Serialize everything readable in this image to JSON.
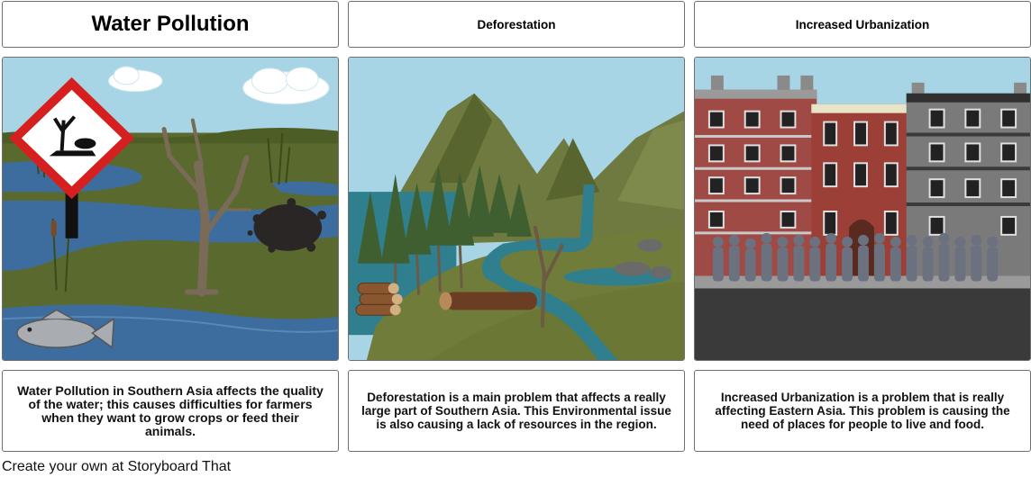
{
  "panels": [
    {
      "title": "Water Pollution",
      "description": "Water Pollution in Southern Asia affects the quality of the water; this causes difficulties for farmers when they want to grow crops or feed their animals."
    },
    {
      "title": "Deforestation",
      "description": "Deforestation is a main problem that affects a really large part of Southern Asia. This Environmental issue is also causing a lack of resources in the region."
    },
    {
      "title": "Increased Urbanization",
      "description": "Increased Urbanization is a problem that is really affecting Eastern Asia. This problem is causing the need of places for people to live and food."
    }
  ],
  "footer": "Create your own at Storyboard That",
  "colors": {
    "sky": "#a8d5e5",
    "water": "#3d6d9e",
    "grass": "#5a6a2e",
    "brick": "#a04a45",
    "road": "#3a3a3a"
  }
}
